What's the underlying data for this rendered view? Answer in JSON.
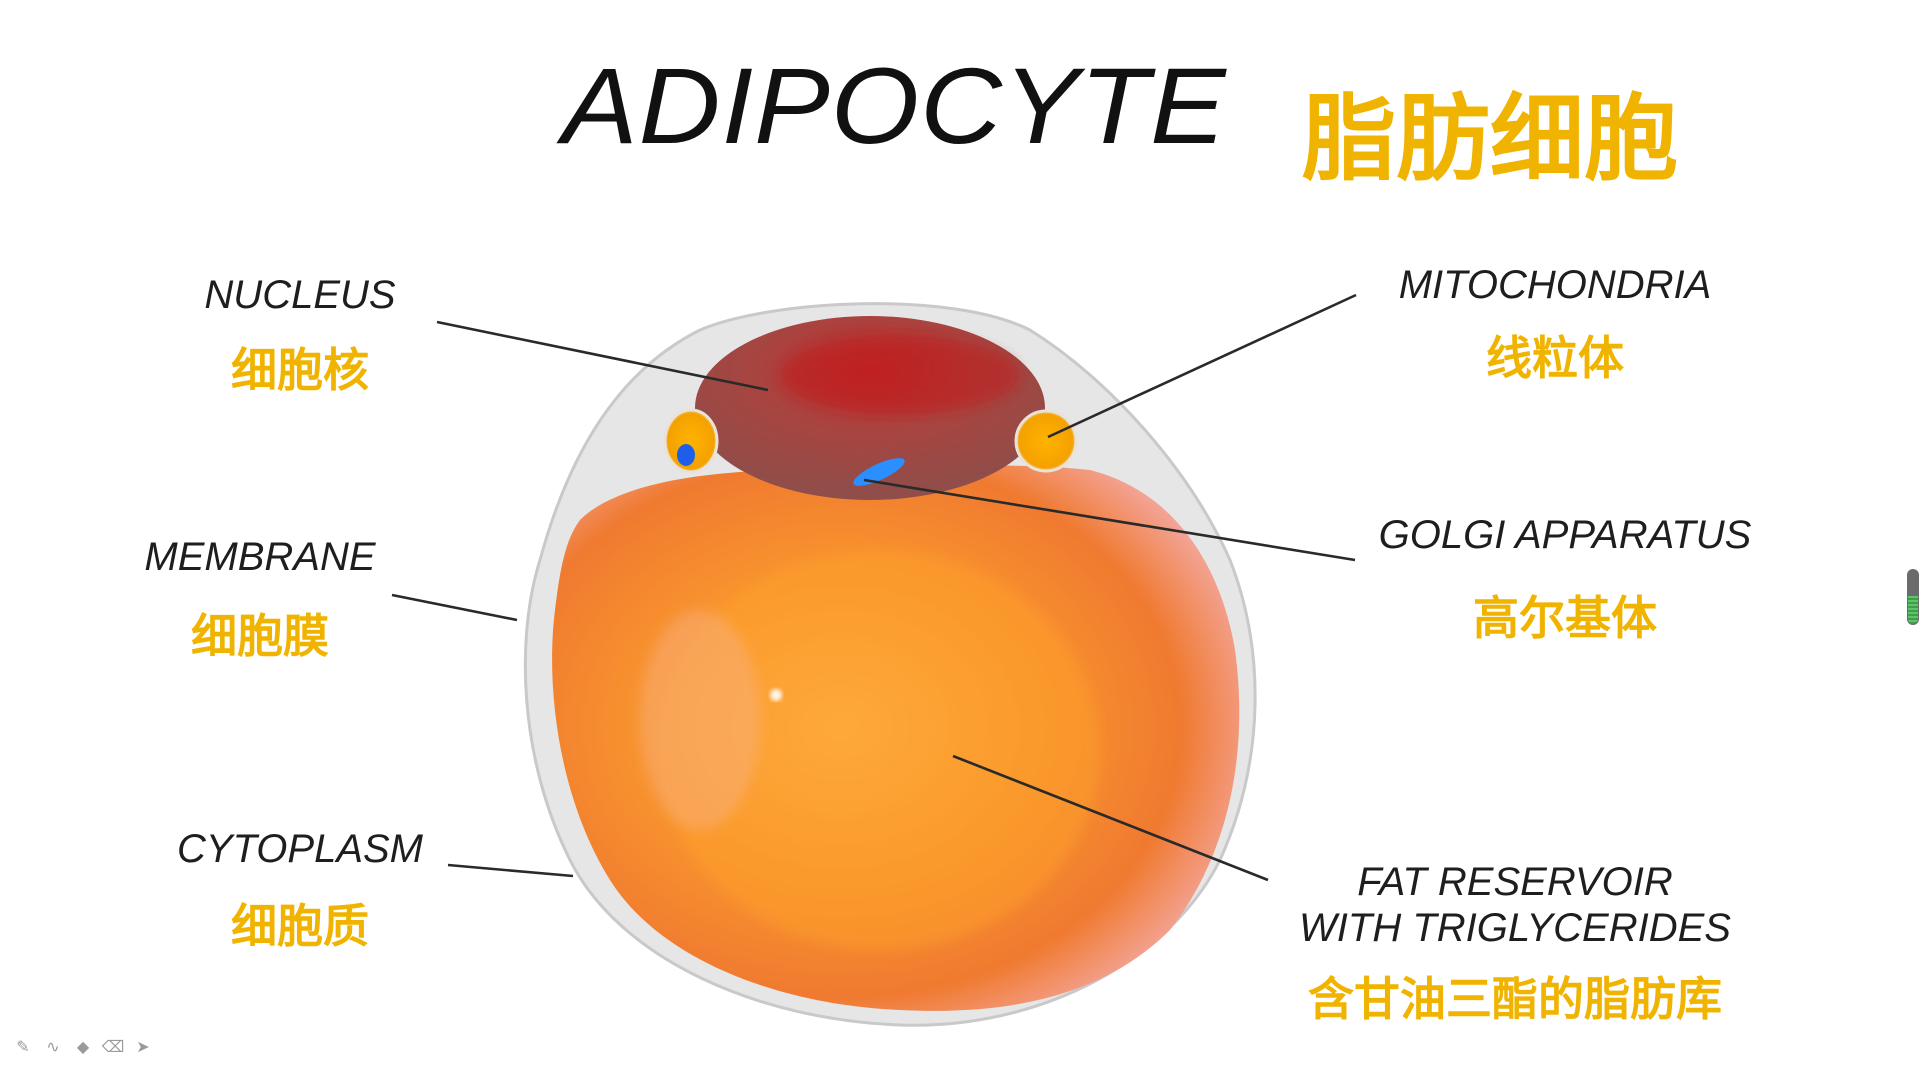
{
  "title": {
    "en": "ADIPOCYTE",
    "zh": "脂肪细胞"
  },
  "labels": {
    "nucleus": {
      "en": "NUCLEUS",
      "zh": "细胞核"
    },
    "membrane": {
      "en": "MEMBRANE",
      "zh": "细胞膜"
    },
    "cytoplasm": {
      "en": "CYTOPLASM",
      "zh": "细胞质"
    },
    "mitochondria": {
      "en": "MITOCHONDRIA",
      "zh": "线粒体"
    },
    "golgi": {
      "en": "GOLGI APPARATUS",
      "zh": "高尔基体"
    },
    "fat_reservoir": {
      "en_line1": "FAT RESERVOIR",
      "en_line2": "WITH TRIGLYCERIDES",
      "zh": "含甘油三酯的脂肪库"
    }
  },
  "toolbar": {
    "tools": [
      {
        "name": "pen",
        "icon": "pencil-icon",
        "glyph": "✎"
      },
      {
        "name": "freehand",
        "icon": "wave-icon",
        "glyph": "∿"
      },
      {
        "name": "fill",
        "icon": "paint-bucket-icon",
        "glyph": "◆"
      },
      {
        "name": "eraser",
        "icon": "eraser-icon",
        "glyph": "⌫"
      },
      {
        "name": "select",
        "icon": "cursor-arrow-icon",
        "glyph": "➤"
      }
    ]
  },
  "colors": {
    "accent_yellow": "#f0b400",
    "label_text": "#1e1e1e",
    "cell_orange": "#f5892a",
    "nucleus_red": "#a8333a",
    "golgi_blue": "#2b8fff",
    "membrane_gray": "#cfcfcf",
    "progress_green": "#4fb35a"
  },
  "page_progress": {
    "filled_fraction": 0.5
  }
}
